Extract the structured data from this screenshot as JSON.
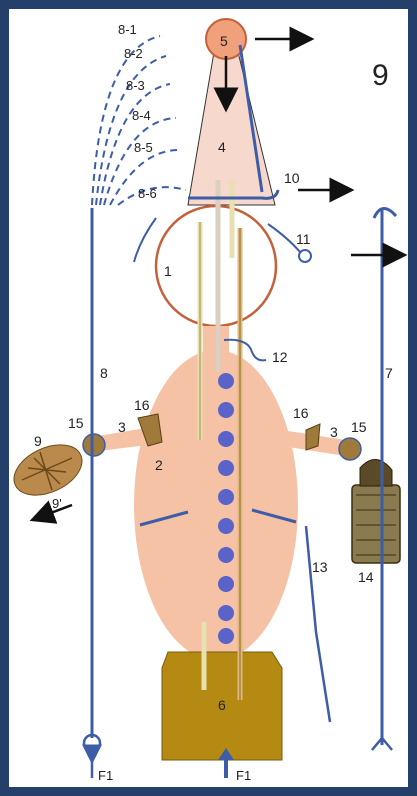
{
  "figure_number": "9",
  "labels": {
    "l1": "1",
    "l2": "2",
    "l3a": "3",
    "l3b": "3",
    "l4": "4",
    "l5": "5",
    "l6": "6",
    "l7": "7",
    "l8": "8",
    "l81": "8-1",
    "l82": "8-2",
    "l83": "8-3",
    "l84": "8-4",
    "l85": "8-5",
    "l86": "8-6",
    "l9": "9",
    "l9s": "9'",
    "l10": "10",
    "l11": "11",
    "l12": "12",
    "l13": "13",
    "l14": "14",
    "l15a": "15",
    "l15b": "15",
    "l16a": "16",
    "l16b": "16",
    "f1a": "F1",
    "f1b": "F1"
  },
  "colors": {
    "background_border": "#24406a",
    "blue_lines": "#3d5da8",
    "sphere_outline": "#c4603a",
    "body_fill": "#f5c2a6",
    "cone_fill": "#f6d8cd",
    "base_fill": "#b58a12",
    "dot_fill": "#5a63c7",
    "pine_cone": "#b98a4c"
  },
  "icons": {
    "pine_cone": "pine-cone-icon",
    "honey_object": "carved-honey-block-icon"
  }
}
